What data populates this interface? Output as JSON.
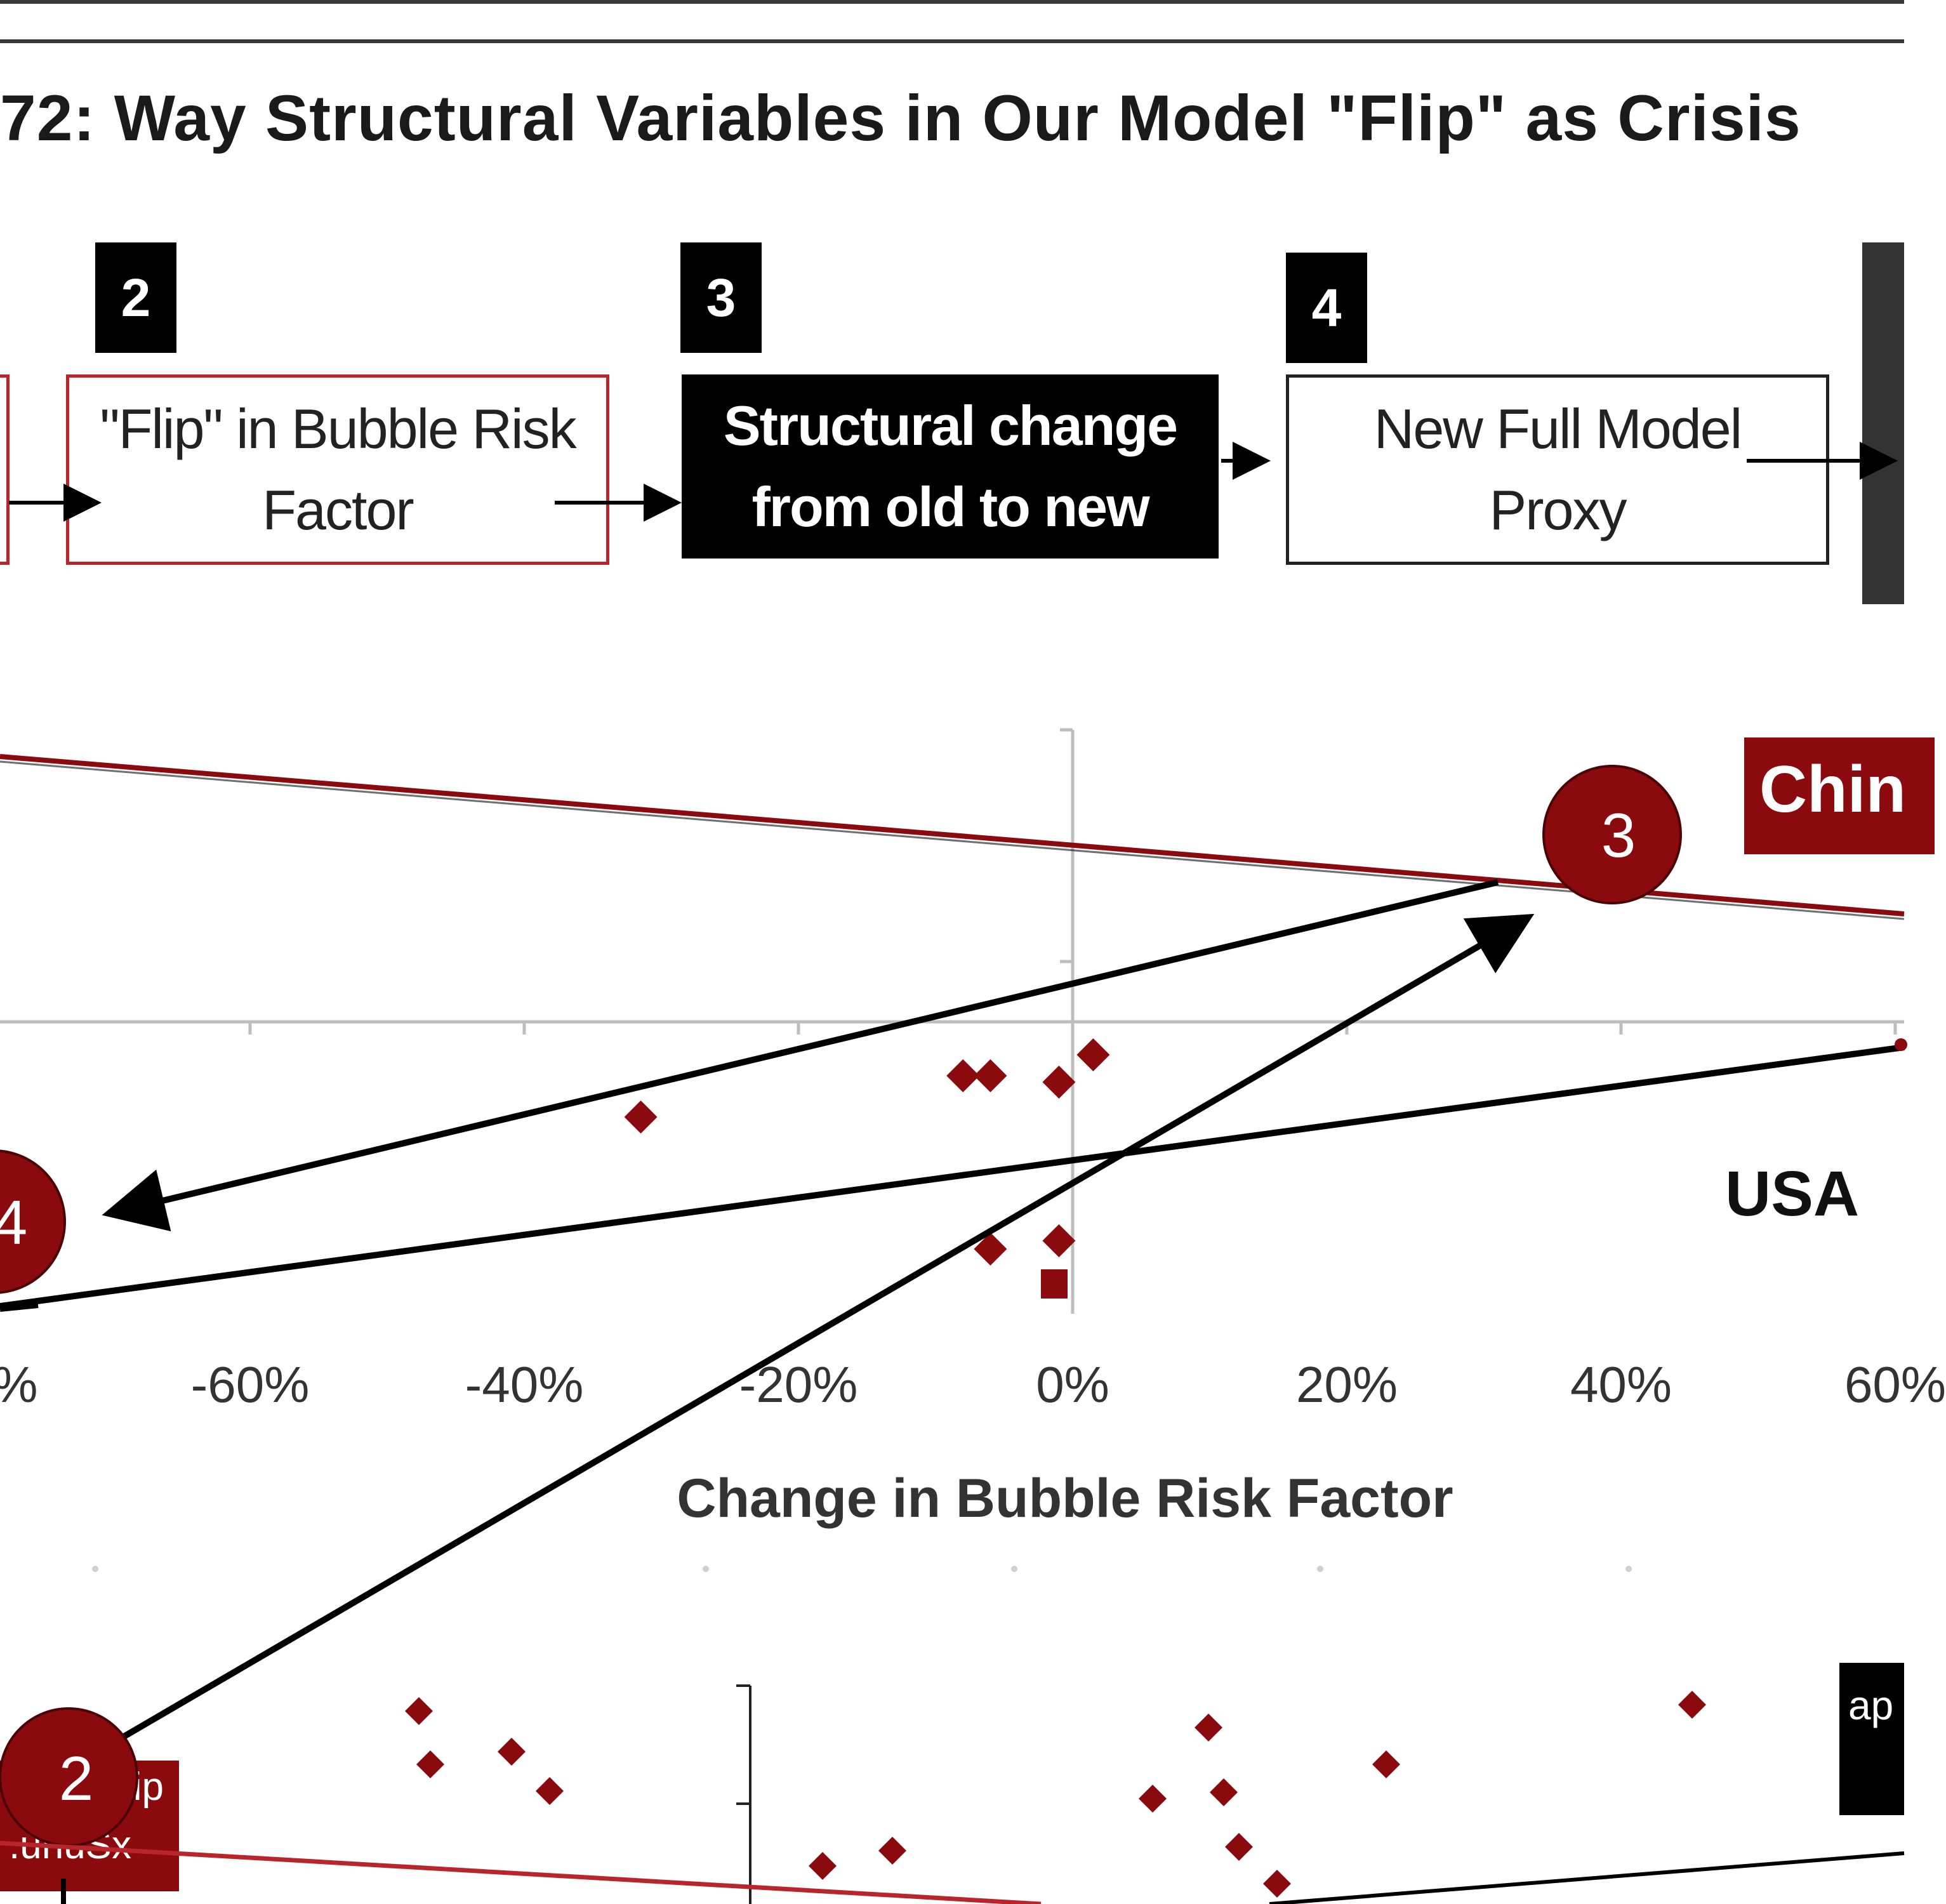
{
  "title": "72: Way Structural Variables in Our Model \"Flip\" as Crisis",
  "steps": [
    {
      "num": "2",
      "label_line1": "\"Flip\" in Bubble Risk",
      "label_line2": "Factor"
    },
    {
      "num": "3",
      "label_line1": "Structural change",
      "label_line2": "from old to new"
    },
    {
      "num": "4",
      "label_line1": "New  Full Model",
      "label_line2": "Proxy"
    }
  ],
  "chart_data": {
    "type": "scatter",
    "xlabel": "Change in Bubble Risk Factor",
    "x_tick_labels": [
      "-60%",
      "-40%",
      "-20%",
      "0%",
      "20%",
      "40%",
      "60%"
    ],
    "xlim": [
      -80,
      65
    ],
    "series": [
      {
        "name": "USA",
        "points": [
          [
            -31.5,
            1
          ],
          [
            -8,
            1
          ],
          [
            -6,
            1
          ],
          [
            -1,
            1
          ],
          [
            1.5,
            1
          ],
          [
            -6,
            2
          ],
          [
            -1,
            3
          ]
        ]
      }
    ]
  },
  "markers": [
    {
      "num": "3",
      "label": "Chin"
    },
    {
      "num": "4"
    },
    {
      "num": "2",
      "label_line1": "lip",
      "label_line2": ".unuSx"
    }
  ],
  "country_label": "USA",
  "partial_label": "ap",
  "colors": {
    "accent": "#8b0a0d",
    "box_border": "#b8262b",
    "black": "#000000"
  }
}
